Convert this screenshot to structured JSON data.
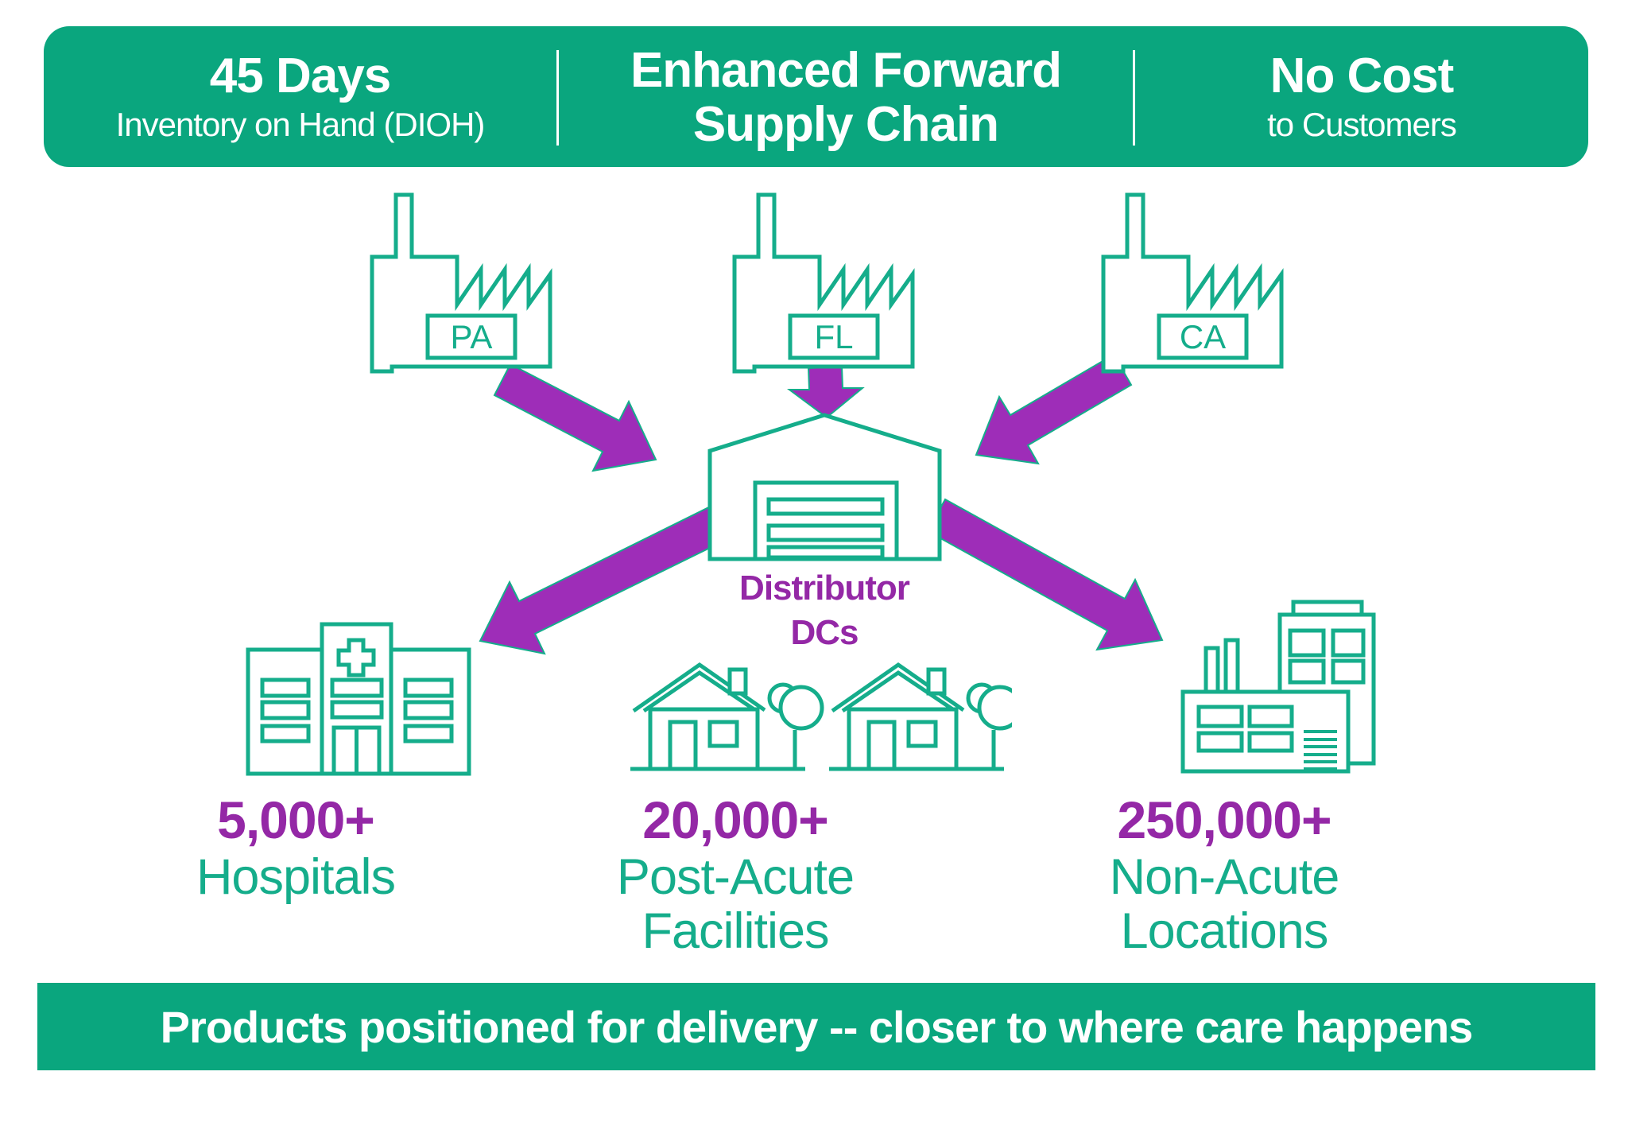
{
  "top_banner": {
    "sections": [
      {
        "line1": "45 Days",
        "line2": "Inventory on Hand (DIOH)"
      },
      {
        "line1": "Enhanced Forward",
        "line2": "Supply Chain"
      },
      {
        "line1": "No Cost",
        "line2": "to Customers"
      }
    ]
  },
  "sources": [
    {
      "label": "PA",
      "icon": "factory-icon"
    },
    {
      "label": "FL",
      "icon": "factory-icon"
    },
    {
      "label": "CA",
      "icon": "factory-icon"
    }
  ],
  "hub": {
    "line1": "Distributor",
    "line2": "DCs",
    "icon": "warehouse-icon"
  },
  "destinations": [
    {
      "count": "5,000+",
      "label1": "Hospitals",
      "label2": "",
      "icon": "hospital-icon"
    },
    {
      "count": "20,000+",
      "label1": "Post-Acute",
      "label2": "Facilities",
      "icon": "houses-icon"
    },
    {
      "count": "250,000+",
      "label1": "Non-Acute",
      "label2": "Locations",
      "icon": "buildings-icon"
    }
  ],
  "bottom_banner": {
    "text": "Products positioned for delivery -- closer to where care happens"
  },
  "colors": {
    "banner_green": "#0AA67E",
    "icon_green": "#15AD8B",
    "number_purple": "#9428A6",
    "arrow_purple": "#9E2DB8",
    "text_white": "#FFFFFF"
  }
}
